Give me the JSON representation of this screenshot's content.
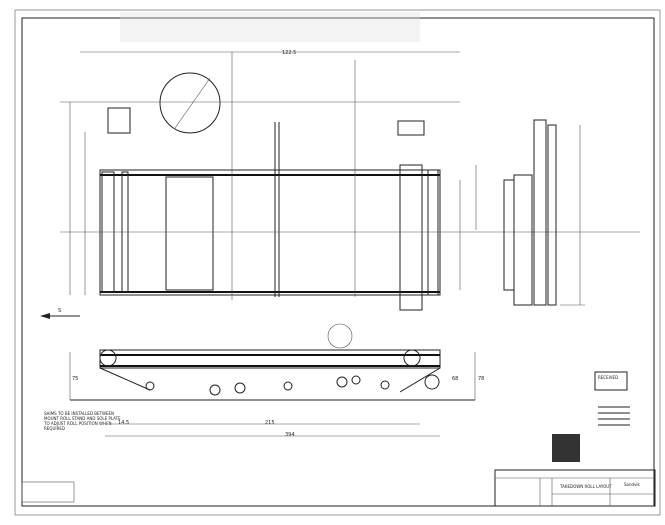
{
  "drawing": {
    "title": "TAKEDOWN ROLL LAYOUT",
    "company": "Sandvik",
    "stamp": {
      "label": "RECEIVED"
    },
    "note": "SHIMS TO BE INSTALLED BETWEEN MOUNT ROLL STAND AND SOLE PLATE TO ADJUST ROLL POSITION WHEN REQUIRED",
    "direction_label": "S",
    "dimensions": [
      "122.5",
      "215",
      "394",
      "14.5",
      "75",
      "68",
      "78"
    ]
  }
}
